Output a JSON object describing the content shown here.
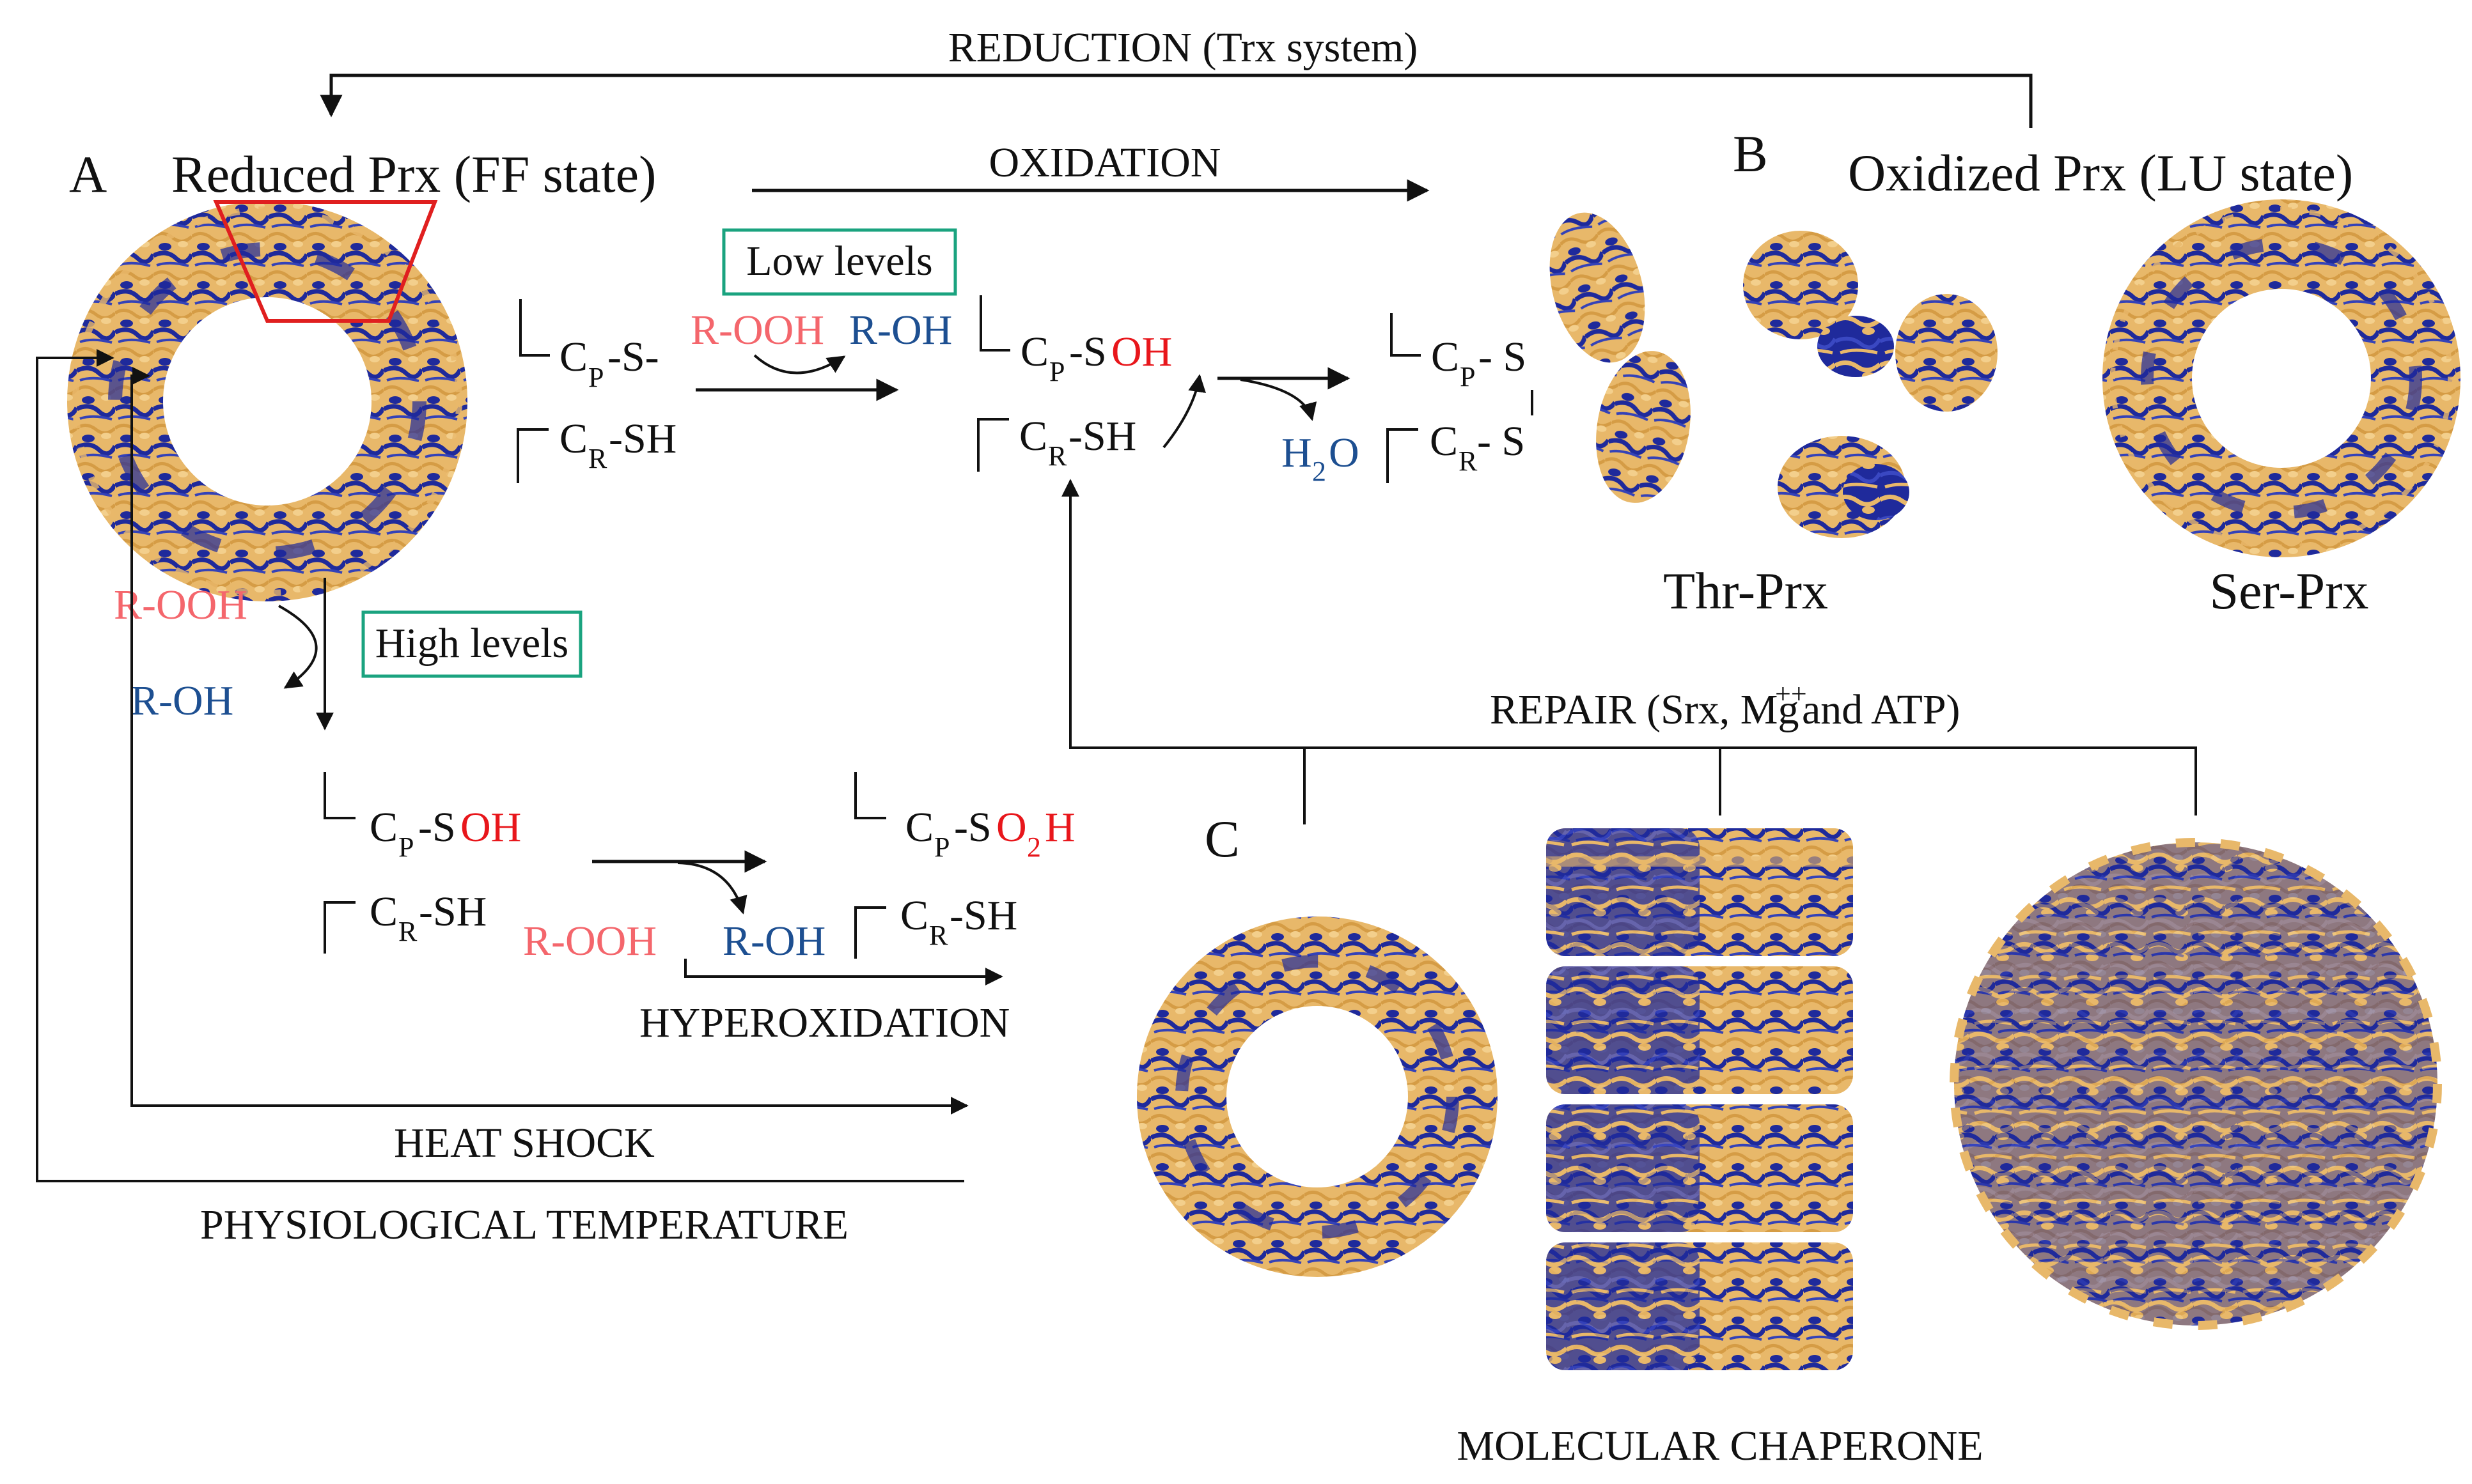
{
  "labels": {
    "panel_a": "A",
    "panel_b": "B",
    "panel_c": "C",
    "reduction": "REDUCTION (Trx system)",
    "reduced_prx": "Reduced Prx (FF state)",
    "oxidized_prx": "Oxidized Prx (LU state)",
    "oxidation": "OXIDATION",
    "low_levels": "Low levels",
    "high_levels": "High levels",
    "thr_prx": "Thr-Prx",
    "ser_prx": "Ser-Prx",
    "repair": "REPAIR (Srx, Mg",
    "repair_sup": "++",
    "repair_end": " and ATP)",
    "hyperoxidation": "HYPEROXIDATION",
    "heat_shock": "HEAT SHOCK",
    "physiological": "PHYSIOLOGICAL TEMPERATURE",
    "molecular_chaperone": "MOLECULAR CHAPERONE"
  },
  "chem": {
    "c": "C",
    "p": "P",
    "r": "R",
    "s_minus": "-S-",
    "sh": "-SH",
    "s_dash": "-S",
    "oh": "OH",
    "o2": "O",
    "two": "2",
    "h": "H",
    "p_dash_s": "- S",
    "s": "S",
    "r_dash_s": "- S",
    "r_ooh": "R-OOH",
    "r_oh": "R-OH",
    "h2o_h": "H",
    "h2o_2": "2",
    "h2o_o": "O"
  },
  "colors": {
    "protein_gold": "#e8b86a",
    "protein_blue": "#1f2a9b",
    "peroxide_pink": "#f4666c",
    "alcohol_blue": "#1d4f91",
    "oxidized_red": "#e8161b",
    "box_green": "#1aa37f",
    "highlight_red": "#e01f1f"
  }
}
